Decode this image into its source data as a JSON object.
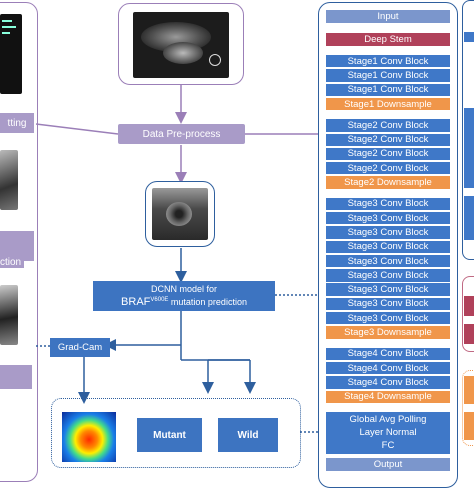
{
  "colors": {
    "purple_border": "#9b7fb8",
    "purple_label": "#a99bc8",
    "blue_border": "#2e5f9e",
    "block_blue": "#3f78c8",
    "downsample_orange": "#f0964a",
    "stem_red": "#b0415a",
    "io_blue": "#7b96cc"
  },
  "left_panel": {
    "labels": [
      "tting",
      "ction"
    ]
  },
  "flow": {
    "preprocess_label": "Data Pre-process",
    "dcnn_line1": "DCNN model for",
    "dcnn_gene": "BRAF",
    "dcnn_superscript": "V600E",
    "dcnn_rest": " mutation prediction",
    "gradcam_label": "Grad-Cam",
    "mutant_label": "Mutant",
    "wild_label": "Wild"
  },
  "network": {
    "input": "Input",
    "stem": "Deep Stem",
    "stages": [
      {
        "blocks": [
          "Stage1 Conv Block",
          "Stage1 Conv Block",
          "Stage1 Conv Block"
        ],
        "downsample": "Stage1 Downsample"
      },
      {
        "blocks": [
          "Stage2 Conv Block",
          "Stage2 Conv Block",
          "Stage2 Conv Block",
          "Stage2 Conv Block"
        ],
        "downsample": "Stage2 Downsample"
      },
      {
        "blocks": [
          "Stage3 Conv Block",
          "Stage3 Conv Block",
          "Stage3 Conv Block",
          "Stage3 Conv Block",
          "Stage3 Conv Block",
          "Stage3 Conv Block",
          "Stage3 Conv Block",
          "Stage3 Conv Block",
          "Stage3 Conv Block"
        ],
        "downsample": "Stage3 Downsample"
      },
      {
        "blocks": [
          "Stage4 Conv Block",
          "Stage4 Conv Block",
          "Stage4 Conv Block"
        ],
        "downsample": "Stage4 Downsample"
      }
    ],
    "head": [
      "Global Avg Polling",
      "Layer Normal",
      "FC"
    ],
    "output": "Output"
  }
}
